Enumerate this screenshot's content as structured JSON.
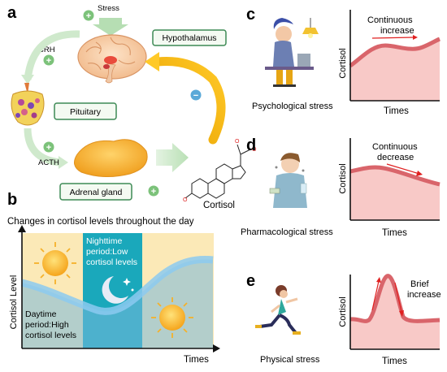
{
  "panels": {
    "a": {
      "letter": "a",
      "stress_label": "Stress",
      "crh_label": "CRH",
      "acth_label": "ACTH",
      "hypothalamus_label": "Hypothalamus",
      "pituitary_label": "Pituitary",
      "adrenal_label": "Adrenal gland",
      "cortisol_label": "Cortisol",
      "plus_symbol": "+",
      "minus_symbol": "−",
      "molecule_o": "O"
    },
    "b": {
      "letter": "b",
      "title": "Changes in cortisol levels throughout the day",
      "ylabel": "Cortisol Level",
      "xlabel": "Times",
      "night_label": [
        "Nighttime",
        "period:Low",
        "cortisol levels"
      ],
      "day_label": [
        "Daytime",
        "period:High",
        "cortisol levels"
      ]
    },
    "c": {
      "letter": "c",
      "caption": "Psychological stress",
      "ylabel": "Cortisol",
      "xlabel": "Times",
      "annotation": [
        "Continuous",
        "increase"
      ]
    },
    "d": {
      "letter": "d",
      "caption": "Pharmacological stress",
      "ylabel": "Cortisol",
      "xlabel": "Times",
      "annotation": [
        "Continuous",
        "decrease"
      ]
    },
    "e": {
      "letter": "e",
      "caption": "Physical stress",
      "ylabel": "Cortisol",
      "xlabel": "Times",
      "annotation": [
        "Brief",
        "increase"
      ]
    }
  },
  "colors": {
    "box_border": "#3d8a55",
    "plus_green": "#7cc27a",
    "minus_blue": "#5aa9d8",
    "feedback_arrow": "#f0b400",
    "curve_red": "#d9656b",
    "curve_fill": "#f8c9c7",
    "day_band": "#fbe9b7",
    "night_band": "#1aa8bb",
    "cortisol_band": "#78b8dc"
  }
}
